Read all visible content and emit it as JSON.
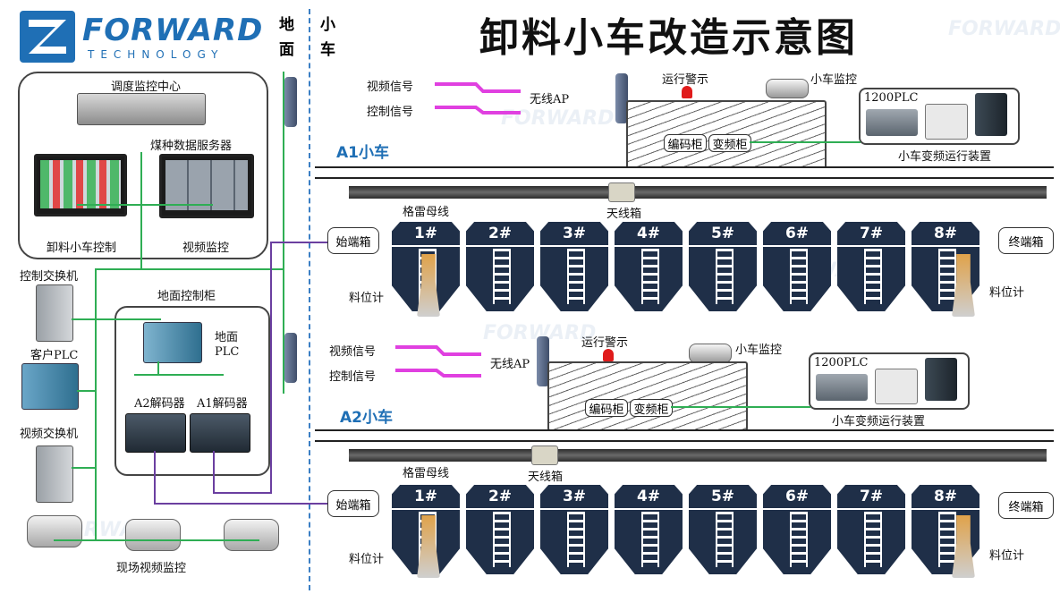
{
  "brand": {
    "name": "FORWARD",
    "sub": "TECHNOLOGY"
  },
  "title": "卸料小车改造示意图",
  "divider": {
    "left": "地面",
    "right": "小车"
  },
  "control_room": {
    "title": "调度监控中心",
    "server": "煤种数据服务器",
    "pc1": "卸料小车控制",
    "pc2": "视频监控"
  },
  "left_devices": {
    "switch1": "控制交换机",
    "plc": "客户PLC",
    "switch2": "视频交换机",
    "cameras": "现场视频监控"
  },
  "ground_cabinet": {
    "title": "地面控制柜",
    "plc": "地面PLC",
    "decoder_a2": "A2解码器",
    "decoder_a1": "A1解码器"
  },
  "cars": [
    {
      "name": "A1小车",
      "video_signal": "视频信号",
      "control_signal": "控制信号",
      "ap": "无线AP",
      "warning": "运行警示",
      "monitor": "小车监控",
      "plc": "1200PLC",
      "encoder": "编码柜",
      "vfd": "变频柜",
      "vfd_device": "小车变频运行装置",
      "antenna": "天线箱",
      "busbar": "格雷母线",
      "start_box": "始端箱",
      "end_box": "终端箱",
      "level_left": "料位计",
      "level_right": "料位计",
      "bins": [
        "1#",
        "2#",
        "3#",
        "4#",
        "5#",
        "6#",
        "7#",
        "8#"
      ]
    },
    {
      "name": "A2小车",
      "video_signal": "视频信号",
      "control_signal": "控制信号",
      "ap": "无线AP",
      "warning": "运行警示",
      "monitor": "小车监控",
      "plc": "1200PLC",
      "encoder": "编码柜",
      "vfd": "变频柜",
      "vfd_device": "小车变频运行装置",
      "antenna": "天线箱",
      "busbar": "格雷母线",
      "start_box": "始端箱",
      "end_box": "终端箱",
      "level_left": "料位计",
      "level_right": "料位计",
      "bins": [
        "1#",
        "2#",
        "3#",
        "4#",
        "5#",
        "6#",
        "7#",
        "8#"
      ]
    }
  ],
  "colors": {
    "accent": "#1f6fb5",
    "bin": "#1f2f48",
    "ethernet": "#2fae54",
    "serial": "#6b3fa0",
    "signal": "#e040e0"
  }
}
